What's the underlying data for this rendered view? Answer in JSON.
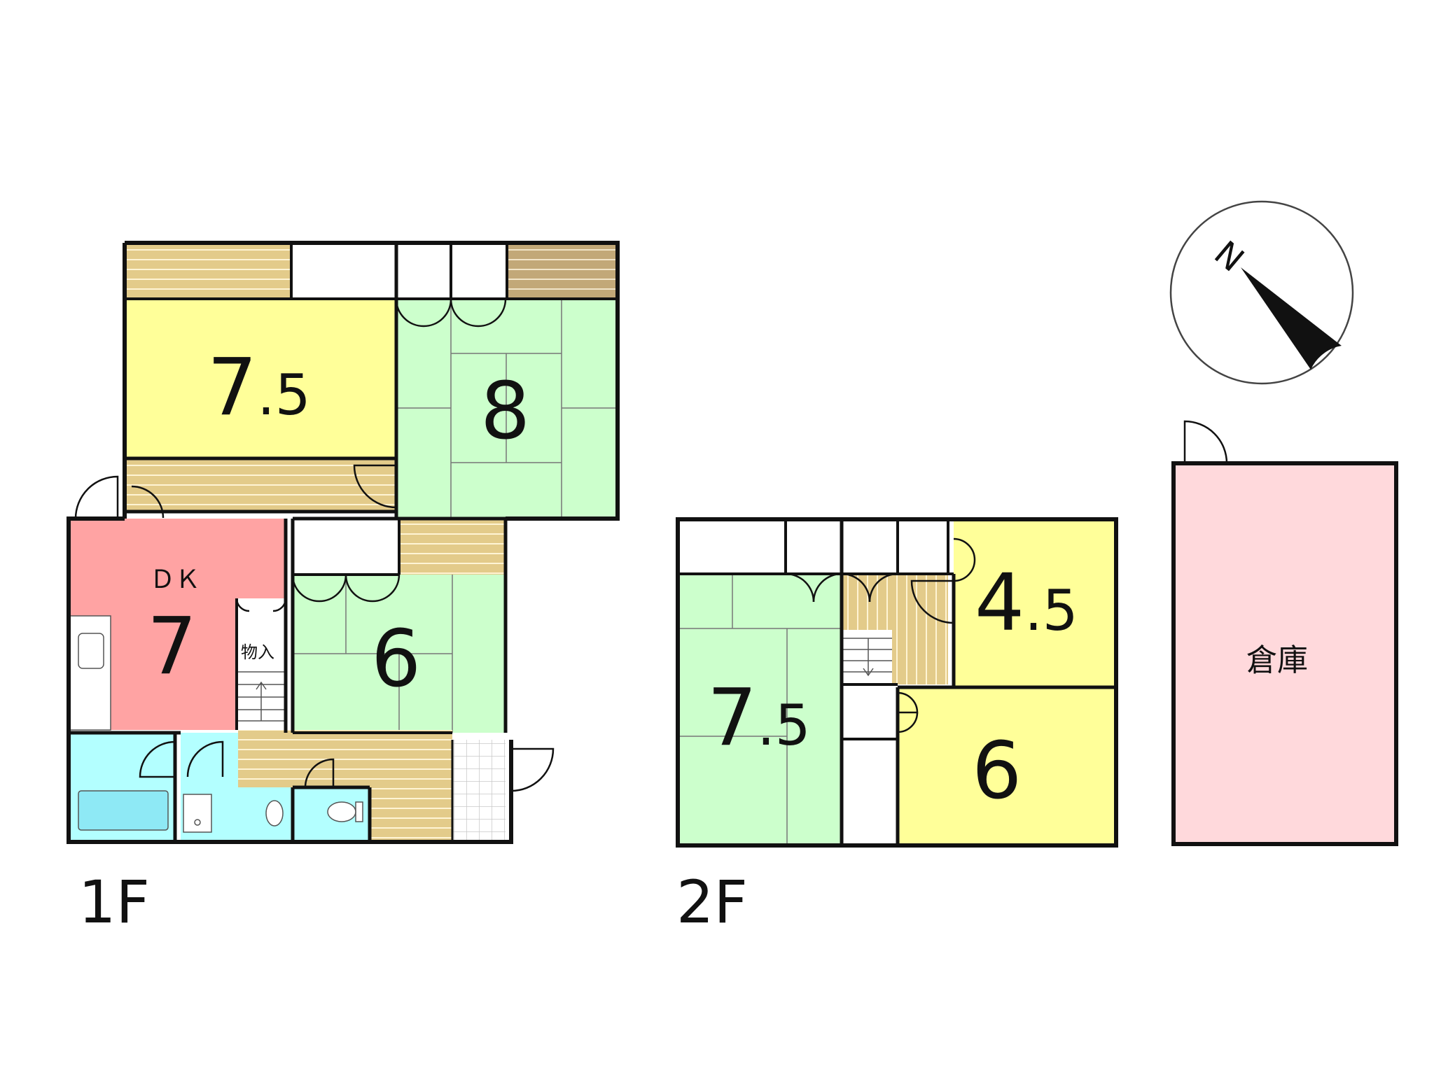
{
  "floor_labels": {
    "first": "1F",
    "second": "2F"
  },
  "compass": {
    "north": "N"
  },
  "first_floor": {
    "room_75": {
      "size": "7",
      "frac": ".5",
      "type": "western"
    },
    "room_8": {
      "size": "8",
      "type": "tatami"
    },
    "dk": {
      "label": "ＤＫ",
      "size": "7"
    },
    "room_6": {
      "size": "6",
      "type": "tatami"
    },
    "storage": {
      "label": "物入"
    }
  },
  "second_floor": {
    "room_75": {
      "size": "7",
      "frac": ".5",
      "type": "tatami"
    },
    "room_45": {
      "size": "4",
      "frac": ".5",
      "type": "western"
    },
    "room_6": {
      "size": "6",
      "type": "western"
    }
  },
  "warehouse": {
    "label": "倉庫"
  },
  "colors": {
    "western": "#ffff99",
    "tatami": "#ccffcc",
    "dk": "#ffa3a3",
    "bath": "#b3ffff",
    "wood": "#e3cb8a",
    "veranda": "#c2a878",
    "warehouse": "#ffd9dc",
    "wall": "#111111"
  }
}
